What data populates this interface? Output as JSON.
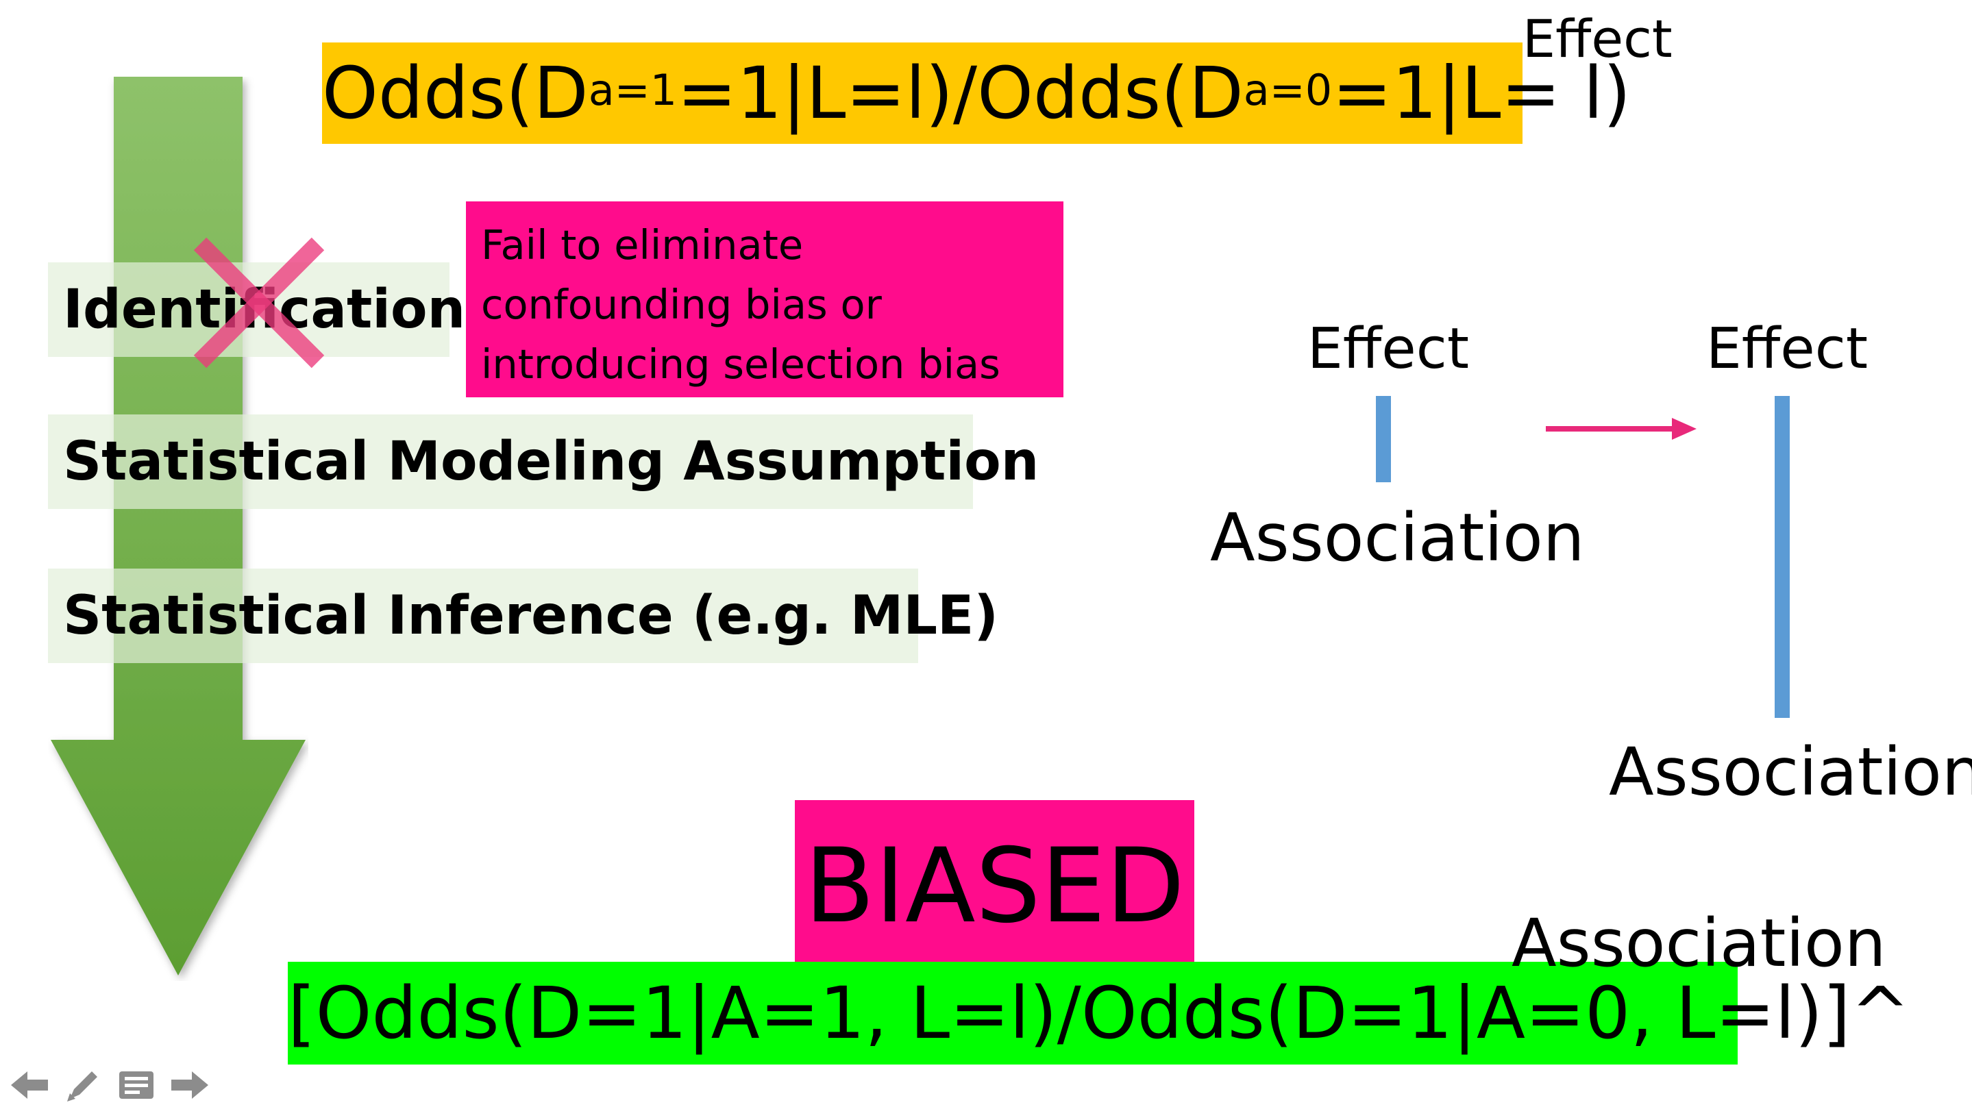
{
  "slide": {
    "top_formula": {
      "part1": "Odds(D",
      "sup1": "a=1",
      "part2": "=1|L=l)/Odds(D",
      "sup2": "a=0",
      "part3": "=1|L= l)",
      "label": "Effect"
    },
    "stages": [
      {
        "label": "Identification"
      },
      {
        "label": "Statistical Modeling Assumption"
      },
      {
        "label": "Statistical Inference (e.g. MLE)"
      }
    ],
    "note": {
      "lines": [
        "Fail to eliminate",
        "confounding bias or",
        "introducing selection bias"
      ]
    },
    "verdict": "BIASED",
    "bottom_formula": {
      "text": "[Odds(D=1|A=1, L=l)/Odds(D=1|A=0, L=l)]^",
      "label": "Association"
    },
    "diagram": {
      "before": {
        "top": "Effect",
        "bottom": "Association"
      },
      "after": {
        "top": "Effect",
        "bottom": "Association"
      }
    },
    "colors": {
      "top_formula_bg": "#ffc800",
      "note_bg": "#ff0c8c",
      "bottom_formula_bg": "#00ff00",
      "flow_arrow": "#70ad47",
      "gap_bar": "#5b9bd5",
      "shift_arrow": "#e8297a"
    },
    "nav_icons": [
      "arrow-left-icon",
      "pen-icon",
      "notes-icon",
      "arrow-right-icon"
    ]
  }
}
